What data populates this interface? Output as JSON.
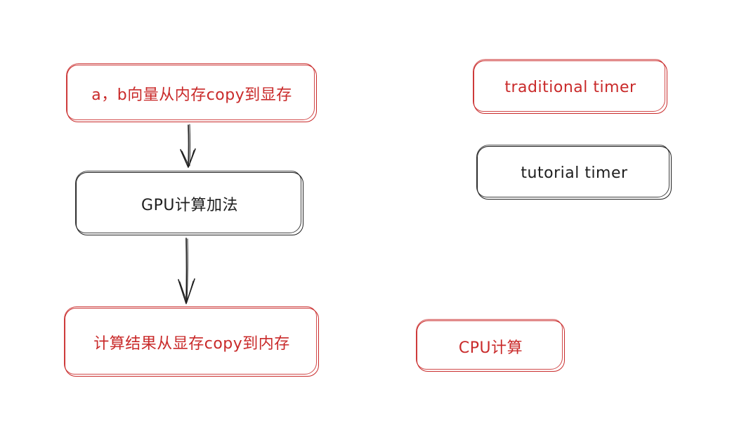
{
  "nodes": {
    "copy_to_device": "a，b向量从内存copy到显存",
    "gpu_add": "GPU计算加法",
    "copy_to_host": "计算结果从显存copy到内存",
    "traditional_timer": "traditional timer",
    "tutorial_timer": "tutorial timer",
    "cpu_compute": "CPU计算"
  },
  "colors": {
    "red": "#c92a2a",
    "black": "#1e1e1e"
  }
}
